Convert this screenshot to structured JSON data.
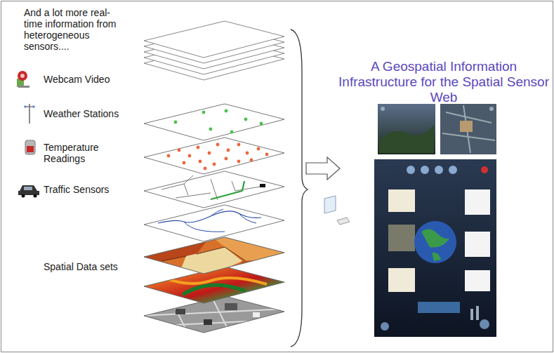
{
  "diagram": {
    "title": "A Geospatial Information Infrastructure for the Spatial Sensor Web",
    "labels": [
      "And a lot more real-time information from heterogeneous sensors....",
      "Webcam Video",
      "Weather Stations",
      "Temperature Readings",
      "Traffic Sensors",
      "Spatial Data sets"
    ]
  }
}
